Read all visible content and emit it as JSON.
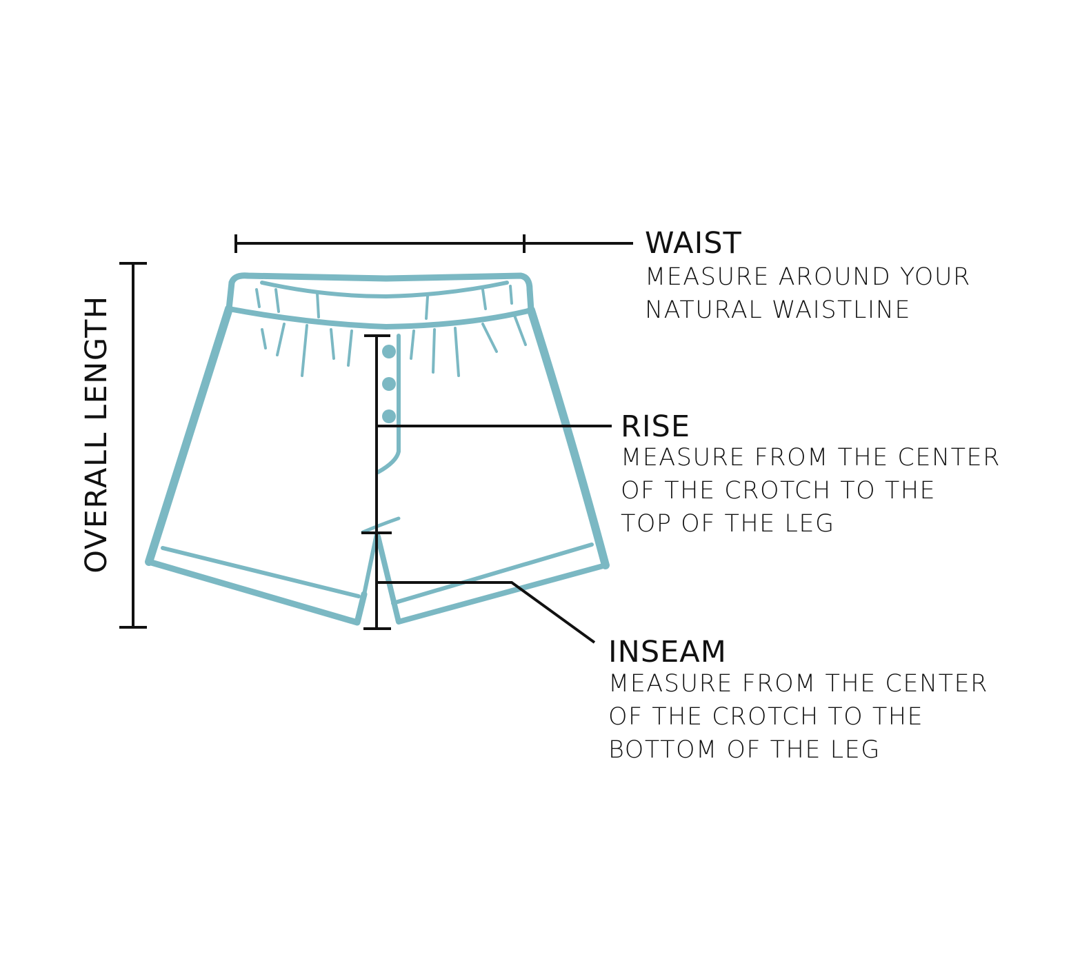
{
  "colors": {
    "garment": "#7bb8c3",
    "lines": "#111111"
  },
  "overall_length": {
    "label": "OVERALL LENGTH"
  },
  "waist": {
    "title": "WAIST",
    "description": [
      "MEASURE AROUND YOUR",
      "NATURAL WAISTLINE"
    ]
  },
  "rise": {
    "title": "RISE",
    "description": [
      "MEASURE FROM THE CENTER",
      "OF THE CROTCH TO THE",
      "TOP OF THE LEG"
    ]
  },
  "inseam": {
    "title": "INSEAM",
    "description": [
      "MEASURE FROM THE CENTER",
      "OF THE CROTCH TO THE",
      "BOTTOM OF THE LEG"
    ]
  }
}
